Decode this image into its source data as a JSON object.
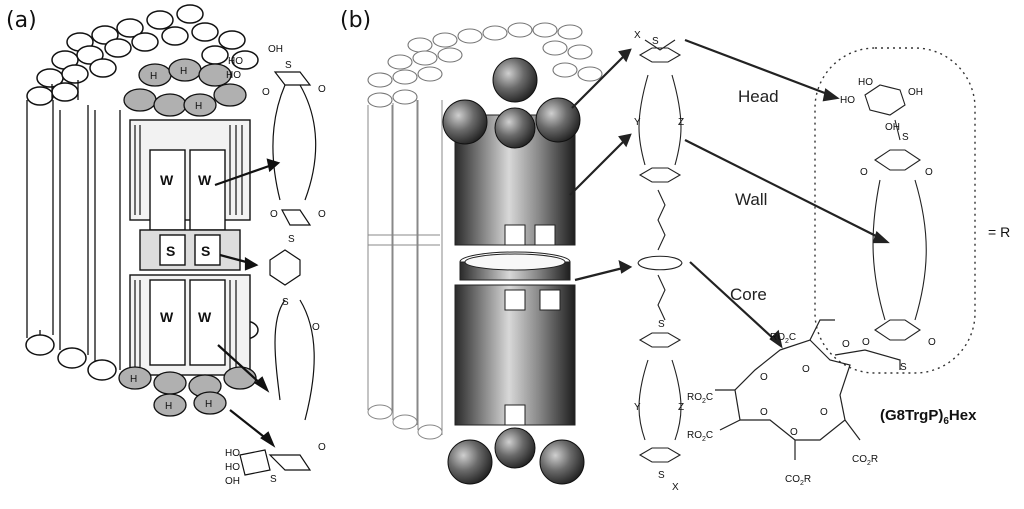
{
  "panel_a": {
    "label": "(a)",
    "head_letter": "H",
    "wall_letter": "W",
    "spacer_letter": "S",
    "groups": {
      "oh": "HO",
      "oh_r": "OH",
      "o": "O",
      "s": "S"
    }
  },
  "panel_b": {
    "label": "(b)",
    "annotations": {
      "head": "Head",
      "wall": "Wall",
      "core": "Core"
    },
    "compound": {
      "name": "(G8TrgP)",
      "subscript": "6",
      "suffix": "Hex"
    },
    "equals_r": "= R",
    "chain_labels": {
      "x_top": "X",
      "x_bottom": "X",
      "y": "Y",
      "z": "Z",
      "s": "S",
      "o": "O"
    },
    "substituents": {
      "ro2c": "RO",
      "co2r": "CO",
      "r": "R",
      "sub2": "2"
    },
    "sugar_oh": [
      "HO",
      "HO",
      "OH",
      "OH"
    ]
  }
}
